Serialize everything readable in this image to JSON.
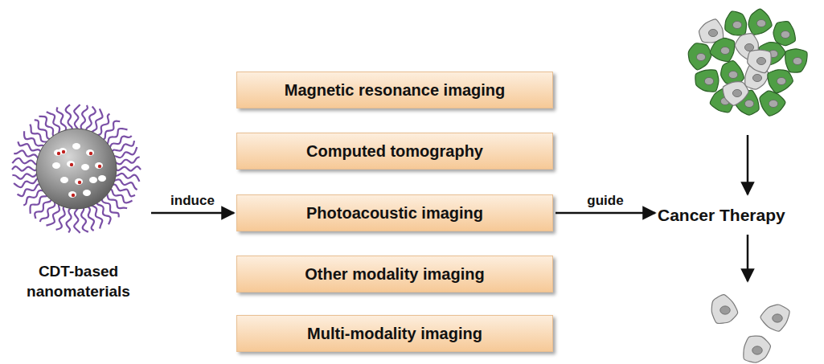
{
  "diagram": {
    "nodes": [
      {
        "text": [
          "CDT-based nanomaterials"
        ]
      },
      {
        "text": [
          "Magnetic resonance imaging"
        ]
      },
      {
        "text": [
          "Computed tomography"
        ]
      },
      {
        "text": [
          "Photoacoustic  imaging"
        ]
      },
      {
        "text": [
          "Other modality imaging"
        ]
      },
      {
        "text": [
          "Multi-modality imaging"
        ]
      },
      {
        "text": [
          "Cancer Therapy"
        ]
      }
    ],
    "edges": [
      {
        "from": 0,
        "to": 3,
        "label": "induce",
        "arrow": "to"
      },
      {
        "from": 3,
        "to": 6,
        "label": "guide",
        "arrow": "to"
      }
    ]
  }
}
